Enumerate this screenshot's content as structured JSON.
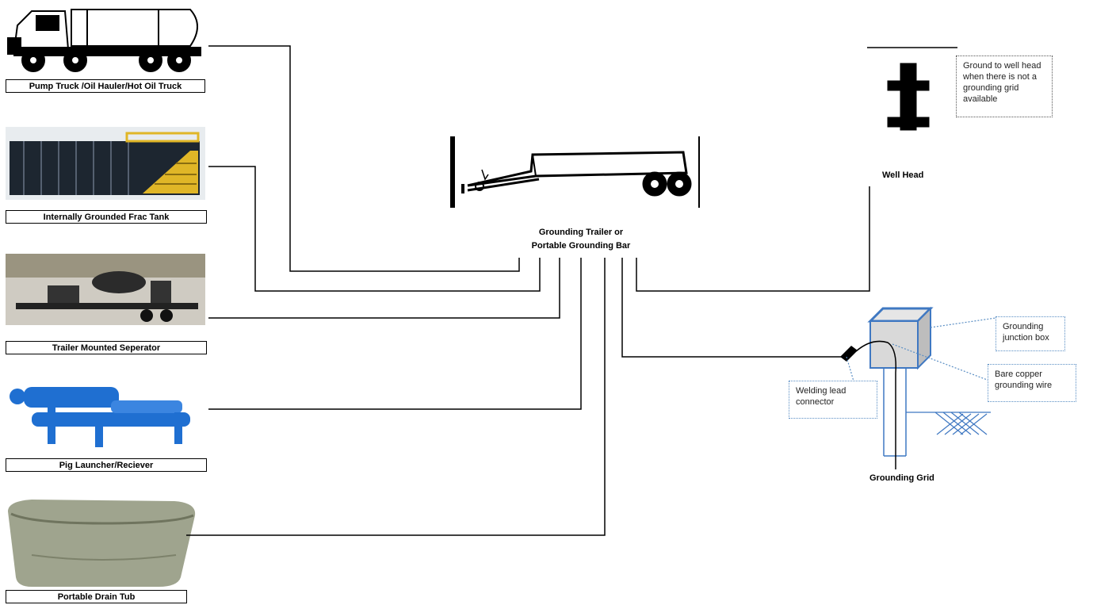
{
  "equipment": [
    {
      "id": "pump-truck",
      "label": "Pump Truck /Oil Hauler/Hot Oil Truck"
    },
    {
      "id": "frac-tank",
      "label": "Internally Grounded Frac Tank"
    },
    {
      "id": "separator",
      "label": "Trailer Mounted Seperator"
    },
    {
      "id": "pig-launcher",
      "label": "Pig Launcher/Reciever"
    },
    {
      "id": "drain-tub",
      "label": "Portable Drain Tub"
    }
  ],
  "center": {
    "line1": "Grounding Trailer or",
    "line2": "Portable Grounding Bar"
  },
  "well_head": {
    "label": "Well Head",
    "note": "Ground to well head when there is not a grounding grid available"
  },
  "grounding_grid": {
    "label": "Grounding Grid",
    "callouts": {
      "junction_box": "Grounding junction box",
      "copper_wire": "Bare copper grounding wire",
      "welding_connector": "Welding lead connector"
    }
  },
  "colors": {
    "line": "#000000",
    "callout_border": "#5a8ec4",
    "box_fill": "#d9d9d9",
    "box_edge": "#3f78c2",
    "tank_dark": "#1d2630",
    "tank_stair": "#e0b627",
    "pig_blue": "#1f6fd1",
    "tub_metal": "#9fa48e"
  }
}
